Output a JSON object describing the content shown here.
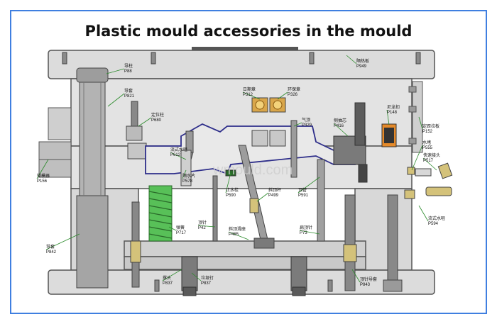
{
  "title": "Plastic mould accessories in the mould",
  "watermark": "wmould.com",
  "colors": {
    "border": "#3f7fe0",
    "plate": "#dcdcdc",
    "plate_edge": "#555555",
    "steel": "#a9a9a9",
    "spring": "#58c058",
    "accent_orange": "#e58a2a",
    "cooling_line": "#2e2e8a"
  },
  "callouts": [
    {
      "name": "导柱",
      "ref": "P88"
    },
    {
      "name": "导套",
      "ref": "P821"
    },
    {
      "name": "定位柱",
      "ref": "P680"
    },
    {
      "name": "锁模器",
      "ref": "P156"
    },
    {
      "name": "导套",
      "ref": "P842"
    },
    {
      "name": "日期章",
      "ref": "P312"
    },
    {
      "name": "环保章",
      "ref": "P326"
    },
    {
      "name": "隔热板",
      "ref": "P949"
    },
    {
      "name": "尼龙扣",
      "ref": "P148"
    },
    {
      "name": "定距拉板",
      "ref": "P152"
    },
    {
      "name": "气顶",
      "ref": "P329"
    },
    {
      "name": "侧抽芯",
      "ref": "P416"
    },
    {
      "name": "水堵",
      "ref": "P555"
    },
    {
      "name": "快速接头",
      "ref": "P517"
    },
    {
      "name": "流式水咀",
      "ref": "P594"
    },
    {
      "name": "流式水咀",
      "ref": "P612"
    },
    {
      "name": "隔水片",
      "ref": "P578"
    },
    {
      "name": "止水栓",
      "ref": "P590"
    },
    {
      "name": "斜顶杆",
      "ref": "P499"
    },
    {
      "name": "顶管",
      "ref": "P591"
    },
    {
      "name": "弹簧",
      "ref": "P717"
    },
    {
      "name": "顶针",
      "ref": "P42"
    },
    {
      "name": "斜顶滑座",
      "ref": "P465"
    },
    {
      "name": "扁顶针",
      "ref": "P73"
    },
    {
      "name": "垃圾钉",
      "ref": "P837"
    },
    {
      "name": "撑头",
      "ref": "P837"
    },
    {
      "name": "顶针导套",
      "ref": "P843"
    }
  ]
}
